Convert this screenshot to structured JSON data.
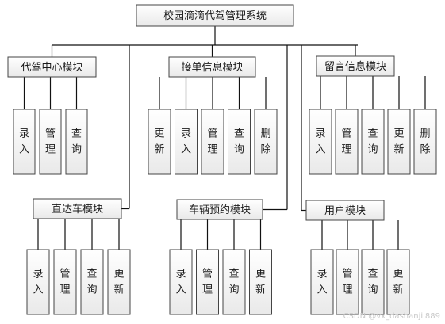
{
  "root": {
    "label": "校园滴滴代驾管理系统"
  },
  "modules": [
    {
      "id": "m1",
      "label": "代驾中心模块",
      "children": [
        "录入",
        "管理",
        "查询"
      ]
    },
    {
      "id": "m2",
      "label": "接单信息模块",
      "children": [
        "更新",
        "录入",
        "管理",
        "查询",
        "删除"
      ]
    },
    {
      "id": "m3",
      "label": "留言信息模块",
      "children": [
        "录入",
        "管理",
        "查询",
        "更新",
        "删除"
      ]
    },
    {
      "id": "m4",
      "label": "直达车模块",
      "children": [
        "录入",
        "管理",
        "查询",
        "更新"
      ]
    },
    {
      "id": "m5",
      "label": "车辆预约模块",
      "children": [
        "录入",
        "管理",
        "查询",
        "更新"
      ]
    },
    {
      "id": "m6",
      "label": "用户模块",
      "children": [
        "录入",
        "管理",
        "查询",
        "更新"
      ]
    }
  ],
  "watermark": "CSDN @vx_dashanjii889"
}
